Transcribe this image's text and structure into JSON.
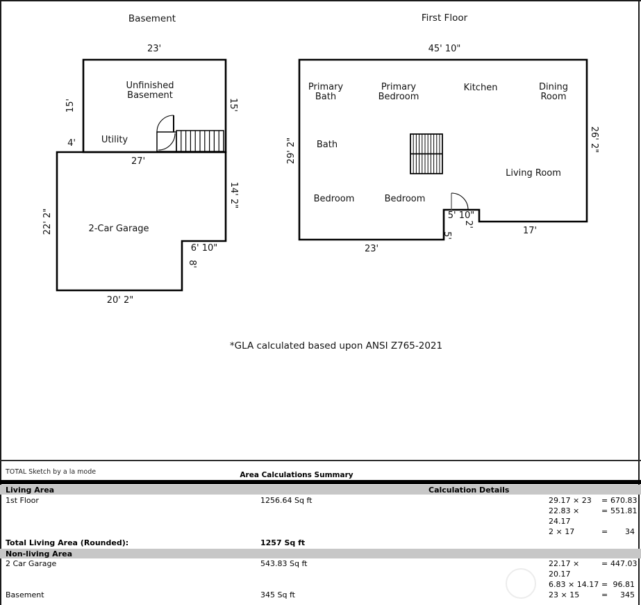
{
  "basement": {
    "title": "Basement",
    "rooms": {
      "unfinished": "Unfinished\nBasement",
      "utility": "Utility",
      "garage": "2-Car Garage"
    },
    "dims": {
      "top": "23'",
      "left": "15'",
      "right": "15'",
      "step": "4'",
      "garage_top": "27'",
      "garage_left": "22' 2\"",
      "garage_right": "14' 2\"",
      "notch_w": "6' 10\"",
      "notch_h": "8'",
      "bottom": "20' 2\""
    }
  },
  "first_floor": {
    "title": "First Floor",
    "rooms": {
      "primary_bath": "Primary\nBath",
      "primary_bedroom": "Primary\nBedroom",
      "kitchen": "Kitchen",
      "dining_room": "Dining\nRoom",
      "bath": "Bath",
      "living_room": "Living Room",
      "bedroom_a": "Bedroom",
      "bedroom_b": "Bedroom"
    },
    "dims": {
      "top": "45' 10\"",
      "left": "29' 2\"",
      "right": "26' 2\"",
      "bottom_left": "23'",
      "bottom_right": "17'",
      "entry_w": "5' 10\"",
      "entry_step": "2'",
      "entry_h": "5'"
    }
  },
  "note": "*GLA calculated based upon ANSI Z765-2021",
  "summary": {
    "branding": "TOTAL Sketch by a la mode",
    "title": "Area Calculations Summary",
    "calc_header": "Calculation Details",
    "living_header": "Living Area",
    "living_rows": [
      {
        "name": "1st Floor",
        "area": "1256.64 Sq ft",
        "calc": [
          {
            "expr": "29.17 × 23",
            "eq": "=",
            "val": "670.83"
          },
          {
            "expr": "22.83 × 24.17",
            "eq": "=",
            "val": "551.81"
          },
          {
            "expr": "2 × 17",
            "eq": "=",
            "val": "34"
          }
        ]
      }
    ],
    "total_label": "Total Living Area (Rounded):",
    "total_value": "1257 Sq ft",
    "nonliving_header": "Non-living Area",
    "nonliving_rows": [
      {
        "name": "2 Car Garage",
        "area": "543.83 Sq ft",
        "calc": [
          {
            "expr": "22.17 × 20.17",
            "eq": "=",
            "val": "447.03"
          },
          {
            "expr": "6.83 × 14.17",
            "eq": "=",
            "val": "96.81"
          }
        ]
      },
      {
        "name": "Basement",
        "area": "345 Sq ft",
        "calc": [
          {
            "expr": "23 × 15",
            "eq": "=",
            "val": "345"
          }
        ]
      }
    ]
  }
}
